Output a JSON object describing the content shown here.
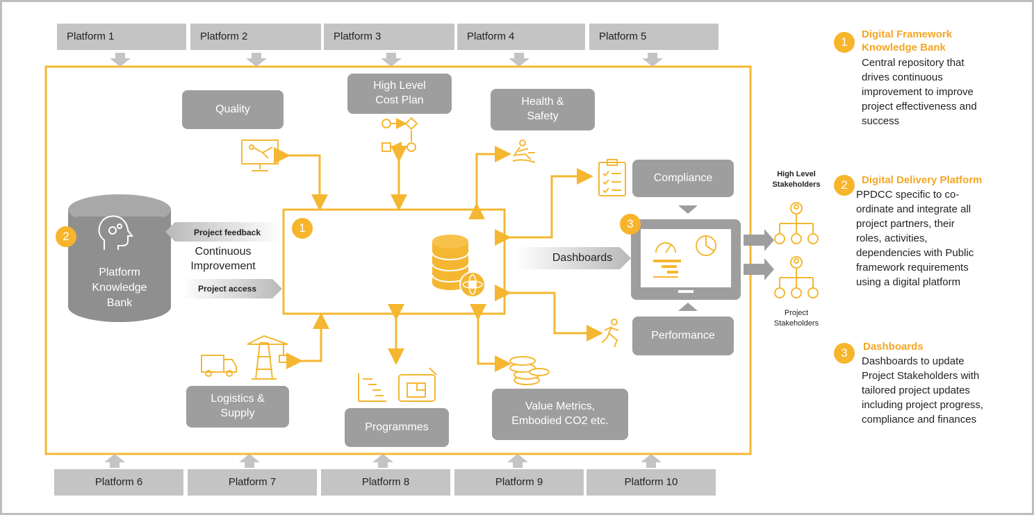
{
  "platforms_top": [
    "Platform 1",
    "Platform 2",
    "Platform 3",
    "Platform 4",
    "Platform 5"
  ],
  "platforms_bottom": [
    "Platform 6",
    "Platform 7",
    "Platform 8",
    "Platform 9",
    "Platform 10"
  ],
  "modules": {
    "quality": "Quality",
    "cost_plan": "High Level\nCost Plan",
    "health_safety": "Health &\nSafety",
    "compliance": "Compliance",
    "performance": "Performance",
    "logistics": "Logistics &\nSupply",
    "programmes": "Programmes",
    "value_metrics": "Value Metrics,\nEmbodied CO2 etc."
  },
  "knowledge_bank": {
    "label": "Platform\nKnowledge\nBank",
    "badge": "2",
    "project_feedback": "Project feedback",
    "continuous_improvement": "Continuous\nImprovement",
    "project_access": "Project access"
  },
  "central": {
    "badge": "1"
  },
  "dashboards": {
    "arrow_label": "Dashboards",
    "badge": "3"
  },
  "stakeholders": {
    "high_level": "High Level\nStakeholders",
    "project": "Project\nStakeholders"
  },
  "legend": [
    {
      "number": "1",
      "title": "Digital Framework\nKnowledge Bank",
      "text": "Central repository that\ndrives continuous\nimprovement to improve\nproject effectiveness and\nsuccess"
    },
    {
      "number": "2",
      "title": "Digital Delivery Platform",
      "text": "PPDCC specific to co-\nordinate and integrate all\nproject partners, their\nroles, activities,\ndependencies with Public\nframework requirements\nusing a digital platform"
    },
    {
      "number": "3",
      "title": "Dashboards",
      "text": "Dashboards to update\nProject Stakeholders with\ntailored project updates\nincluding project progress,\ncompliance and finances"
    }
  ],
  "colors": {
    "accent": "#f7b52c",
    "box_gray": "#9e9e9e",
    "platform_gray": "#c4c4c4",
    "line": "#f5b731"
  },
  "icons": [
    "monitor-flow-icon",
    "process-flow-icon",
    "slip-hazard-icon",
    "checklist-icon",
    "database-gear-icon",
    "head-gears-icon",
    "gauge-icon",
    "pie-icon",
    "gantt-icon",
    "runner-icon",
    "truck-icon",
    "crane-icon",
    "gantt-chart-icon",
    "blueprint-icon",
    "coins-icon",
    "org-chart-icon"
  ]
}
